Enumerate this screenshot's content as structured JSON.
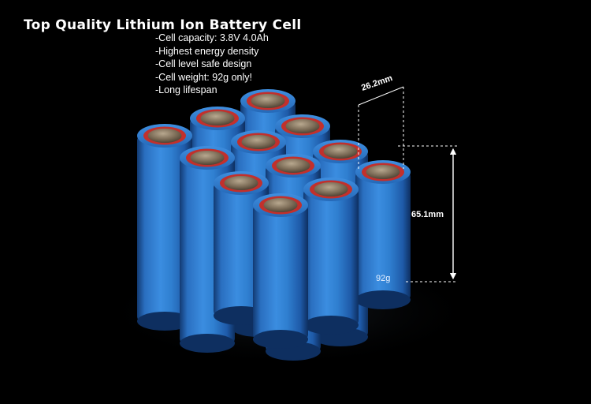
{
  "headline": "Top Quality Lithium Ion Battery Cell",
  "features": [
    "-Cell capacity: 3.8V 4.0Ah",
    "-Highest energy density",
    "-Cell level safe design",
    "-Cell weight: 92g only!",
    "-Long lifespan"
  ],
  "dimensions": {
    "diameter": "26.2mm",
    "height": "65.1mm"
  },
  "weight_label": "92g",
  "colors": {
    "background": "#000000",
    "cell_body": "#2f7fd0",
    "cell_insulator_ring": "#c2302c",
    "cell_terminal": "#7a6a55",
    "text": "#ffffff"
  }
}
